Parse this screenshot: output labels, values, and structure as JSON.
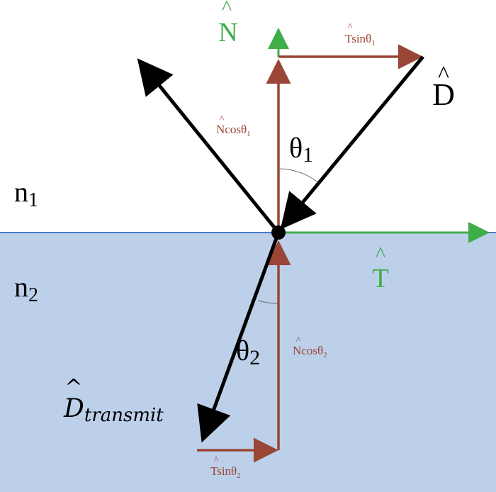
{
  "labels": {
    "n_hat": {
      "base": "N",
      "hat": "^"
    },
    "t_hat": {
      "base": "T",
      "hat": "^"
    },
    "d_hat": {
      "base": "D",
      "hat": "^"
    },
    "d_transmit": {
      "base": "D",
      "sub": "transmit",
      "hat": "^"
    },
    "n1": {
      "base": "n",
      "sub": "1"
    },
    "n2": {
      "base": "n",
      "sub": "2"
    },
    "theta1": {
      "base": "θ",
      "sub": "1"
    },
    "theta2": {
      "base": "θ",
      "sub": "2"
    },
    "ncos1": {
      "base": "Ncos",
      "theta": "θ",
      "sub": "1",
      "hat": "^"
    },
    "tsin1": {
      "base": "Tsin",
      "theta": "θ",
      "sub": "1",
      "hat": "^"
    },
    "ncos2": {
      "base": "Ncos",
      "theta": "θ",
      "sub": "2",
      "hat": "^"
    },
    "tsin2": {
      "base": "Tsin",
      "theta": "θ",
      "sub": "2",
      "hat": "^"
    }
  },
  "colors": {
    "lower_medium": "#bdd0ea",
    "interface_line": "#4a7cc9",
    "green": "#3fae48",
    "brown": "#9a4535",
    "black": "#000000"
  }
}
